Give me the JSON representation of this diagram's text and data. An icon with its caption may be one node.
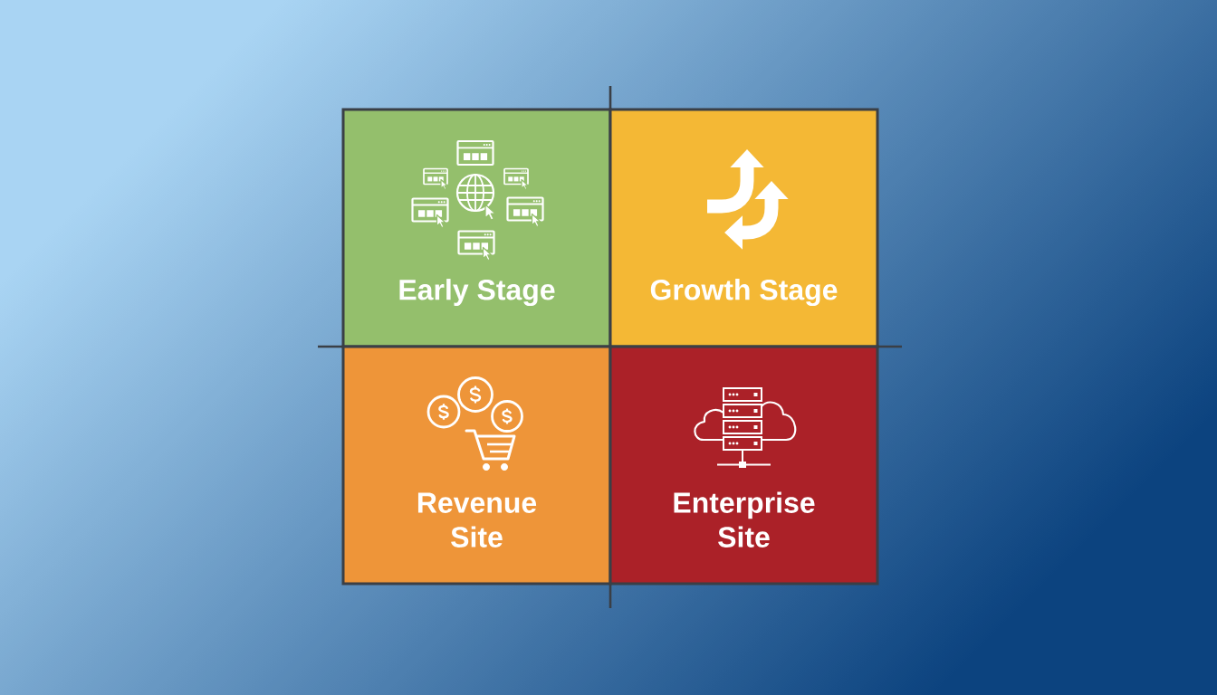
{
  "diagram": {
    "nodes": [
      {
        "text": [
          "Early Stage"
        ]
      },
      {
        "text": [
          "Growth Stage"
        ]
      },
      {
        "text": [
          "Revenue Site"
        ]
      },
      {
        "text": [
          "Enterprise Site"
        ]
      }
    ]
  }
}
